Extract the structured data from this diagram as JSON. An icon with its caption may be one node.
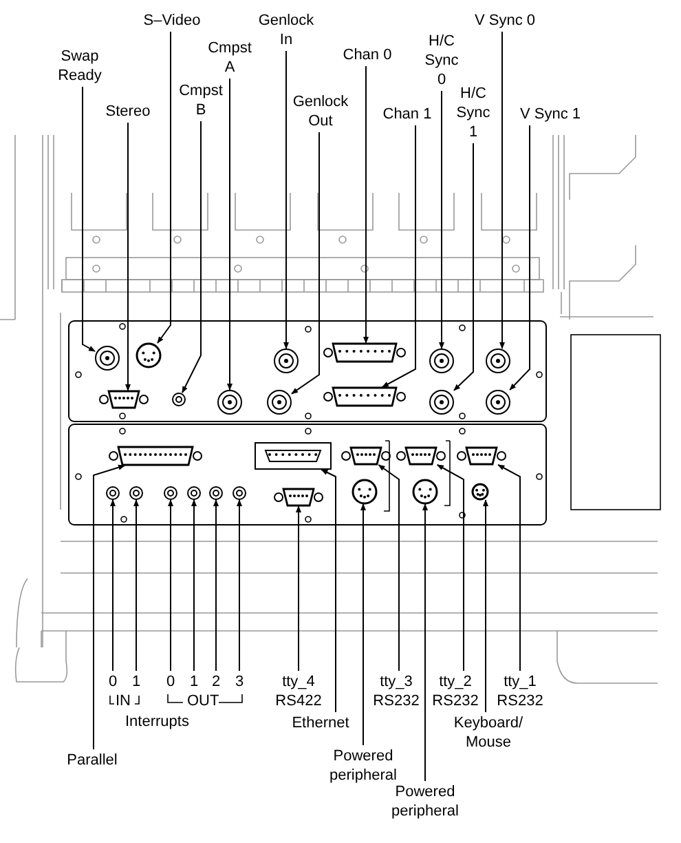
{
  "diagram": {
    "nodes": [
      {
        "text": [
          "Swap Ready"
        ]
      },
      {
        "text": [
          "Stereo"
        ]
      },
      {
        "text": [
          "S–Video"
        ]
      },
      {
        "text": [
          "Cmpst B"
        ]
      },
      {
        "text": [
          "Cmpst A"
        ]
      },
      {
        "text": [
          "Genlock In"
        ]
      },
      {
        "text": [
          "Genlock Out"
        ]
      },
      {
        "text": [
          "Chan 0"
        ]
      },
      {
        "text": [
          "Chan 1"
        ]
      },
      {
        "text": [
          "H/C Sync 0"
        ]
      },
      {
        "text": [
          "H/C Sync 1"
        ]
      },
      {
        "text": [
          "V Sync 0"
        ]
      },
      {
        "text": [
          "V Sync 1"
        ]
      },
      {
        "text": [
          "0"
        ]
      },
      {
        "text": [
          "1"
        ]
      },
      {
        "text": [
          "0"
        ]
      },
      {
        "text": [
          "1"
        ]
      },
      {
        "text": [
          "2"
        ]
      },
      {
        "text": [
          "3"
        ]
      },
      {
        "text": [
          "tty_4 RS422"
        ]
      },
      {
        "text": [
          "tty_3 RS232"
        ]
      },
      {
        "text": [
          "tty_2 RS232"
        ]
      },
      {
        "text": [
          "tty_1 RS232"
        ]
      },
      {
        "text": [
          "Ethernet"
        ]
      },
      {
        "text": [
          "Powered peripheral"
        ]
      },
      {
        "text": [
          "Keyboard/ Mouse"
        ]
      },
      {
        "text": [
          "Parallel"
        ]
      },
      {
        "text": [
          "Powered peripheral"
        ]
      },
      {
        "text": [],
        "shape": "connector"
      },
      {
        "text": [],
        "shape": "connector"
      },
      {
        "text": [],
        "shape": "connector"
      },
      {
        "text": [],
        "shape": "connector"
      },
      {
        "text": [],
        "shape": "connector"
      },
      {
        "text": [],
        "shape": "connector"
      },
      {
        "text": [],
        "shape": "connector"
      },
      {
        "text": [],
        "shape": "connector"
      },
      {
        "text": [],
        "shape": "connector"
      },
      {
        "text": [],
        "shape": "connector"
      },
      {
        "text": [],
        "shape": "connector"
      },
      {
        "text": [],
        "shape": "connector"
      },
      {
        "text": [],
        "shape": "connector"
      },
      {
        "text": [],
        "shape": "connector"
      },
      {
        "text": [],
        "shape": "connector"
      },
      {
        "text": [],
        "shape": "connector"
      },
      {
        "text": [],
        "shape": "connector"
      },
      {
        "text": [],
        "shape": "connector"
      },
      {
        "text": [],
        "shape": "connector"
      },
      {
        "text": [],
        "shape": "connector"
      },
      {
        "text": [],
        "shape": "connector"
      },
      {
        "text": [],
        "shape": "connector"
      },
      {
        "text": [],
        "shape": "connector"
      },
      {
        "text": [],
        "shape": "connector"
      },
      {
        "text": [],
        "shape": "connector"
      },
      {
        "text": [],
        "shape": "connector"
      },
      {
        "text": [],
        "shape": "connector"
      },
      {
        "text": [],
        "shape": "connector"
      }
    ],
    "edges": [
      {
        "from": 0,
        "to": 28,
        "arrow": "to"
      },
      {
        "from": 1,
        "to": 29,
        "arrow": "to"
      },
      {
        "from": 2,
        "to": 30,
        "arrow": "to"
      },
      {
        "from": 3,
        "to": 31,
        "arrow": "to"
      },
      {
        "from": 4,
        "to": 32,
        "arrow": "to"
      },
      {
        "from": 5,
        "to": 33,
        "arrow": "to"
      },
      {
        "from": 6,
        "to": 34,
        "arrow": "to"
      },
      {
        "from": 7,
        "to": 35,
        "arrow": "to"
      },
      {
        "from": 8,
        "to": 36,
        "arrow": "to"
      },
      {
        "from": 9,
        "to": 37,
        "arrow": "to"
      },
      {
        "from": 10,
        "to": 38,
        "arrow": "to"
      },
      {
        "from": 11,
        "to": 39,
        "arrow": "to"
      },
      {
        "from": 12,
        "to": 40,
        "arrow": "to"
      },
      {
        "from": 13,
        "to": 42,
        "arrow": "to"
      },
      {
        "from": 14,
        "to": 43,
        "arrow": "to"
      },
      {
        "from": 15,
        "to": 44,
        "arrow": "to"
      },
      {
        "from": 16,
        "to": 45,
        "arrow": "to"
      },
      {
        "from": 17,
        "to": 46,
        "arrow": "to"
      },
      {
        "from": 18,
        "to": 47,
        "arrow": "to"
      },
      {
        "from": 19,
        "to": 48,
        "arrow": "to"
      },
      {
        "from": 20,
        "to": 51,
        "arrow": "to"
      },
      {
        "from": 21,
        "to": 53,
        "arrow": "to"
      },
      {
        "from": 22,
        "to": 55,
        "arrow": "to"
      },
      {
        "from": 23,
        "to": 49,
        "arrow": "to"
      },
      {
        "from": 24,
        "to": 50,
        "arrow": "to"
      },
      {
        "from": 25,
        "to": 54,
        "arrow": "to"
      },
      {
        "from": 26,
        "to": 41,
        "arrow": "to"
      },
      {
        "from": 27,
        "to": 52,
        "arrow": "to"
      }
    ],
    "labels": [
      "IN",
      "OUT",
      "Interrupts"
    ]
  }
}
